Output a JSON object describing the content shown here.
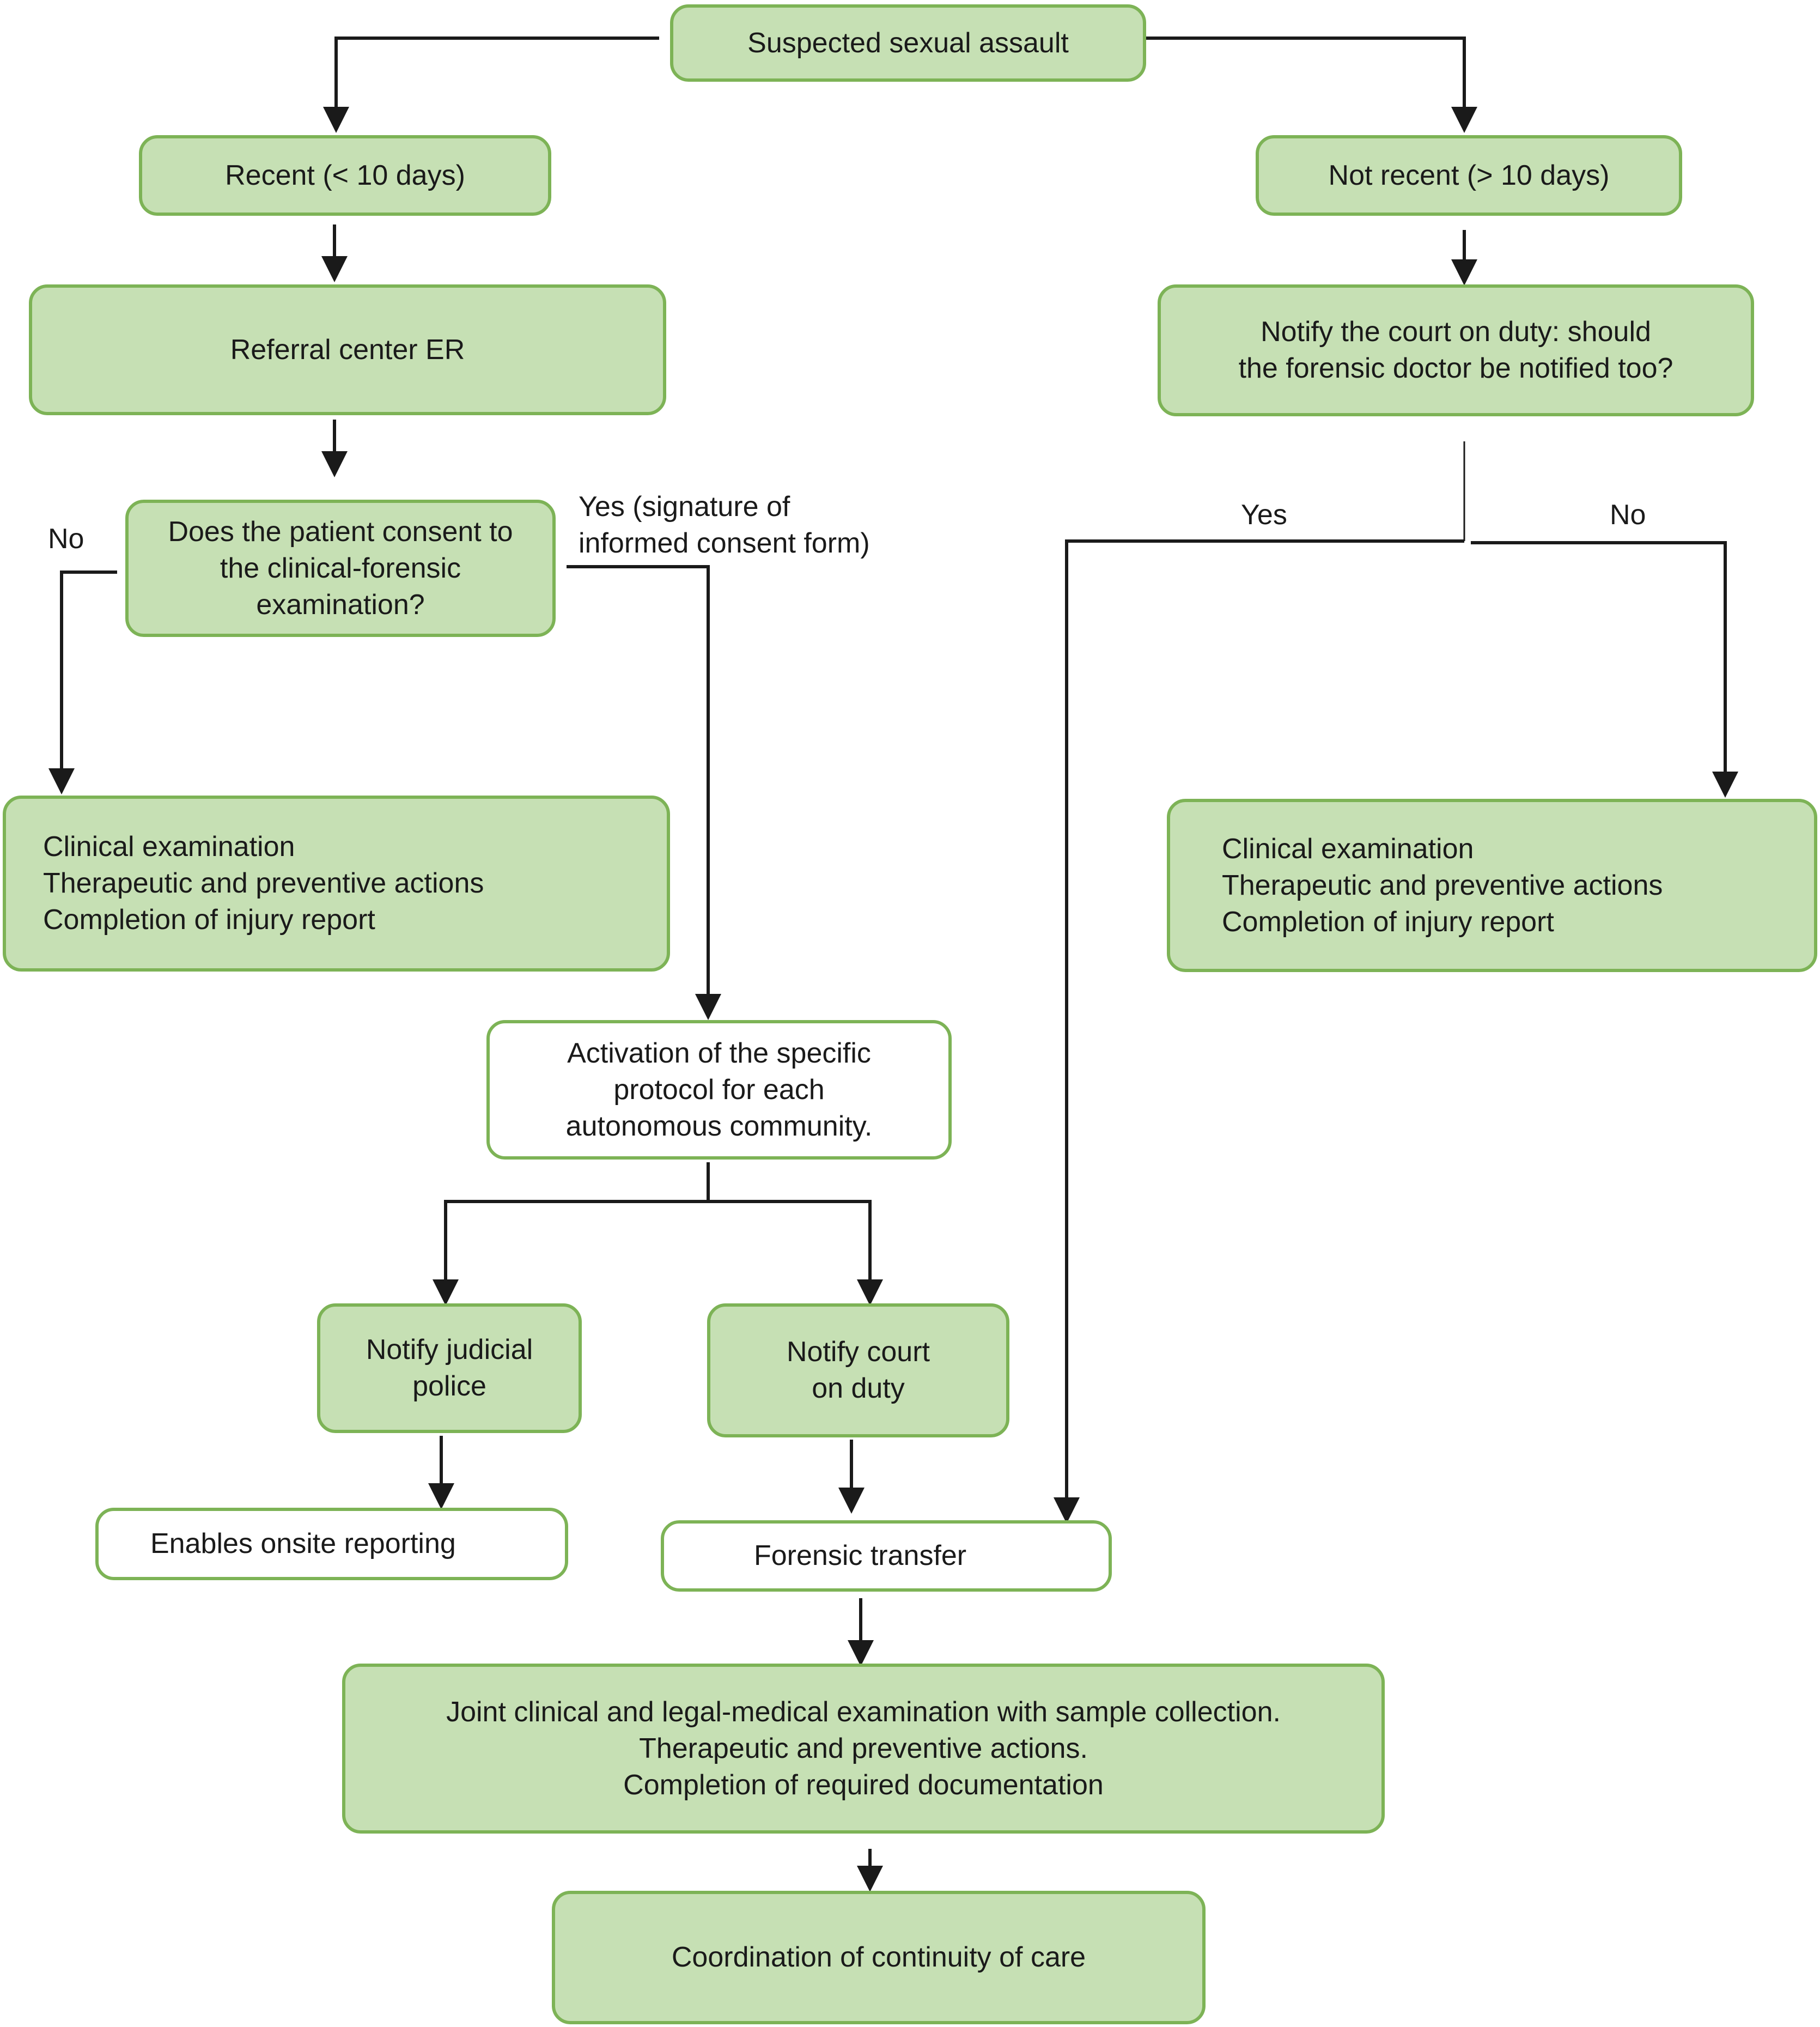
{
  "nodes": {
    "start": "Suspected sexual assault",
    "recent": "Recent (< 10 days)",
    "not_recent": "Not recent (> 10 days)",
    "referral": "Referral center ER",
    "notify_court_question": [
      "Notify the court on duty: should",
      "the forensic doctor be notified too?"
    ],
    "consent_question": [
      "Does the patient consent to",
      "the clinical-forensic",
      "examination?"
    ],
    "clinical_exam_left": [
      "Clinical examination",
      "Therapeutic and preventive actions",
      "Completion of injury report"
    ],
    "clinical_exam_right": [
      "Clinical examination",
      "Therapeutic and preventive actions",
      "Completion of injury report"
    ],
    "activation": [
      "Activation of the specific",
      "protocol for each",
      "autonomous community."
    ],
    "notify_police": [
      "Notify judicial",
      "police"
    ],
    "notify_court": [
      "Notify court",
      "on duty"
    ],
    "onsite_reporting": "Enables onsite reporting",
    "forensic_transfer": "Forensic transfer",
    "joint_exam": [
      "Joint clinical and legal-medical examination with sample collection.",
      "Therapeutic and preventive actions.",
      "Completion of required documentation"
    ],
    "coordination": "Coordination of continuity of care"
  },
  "edge_labels": {
    "consent_no": "No",
    "consent_yes": [
      "Yes (signature of",
      "informed consent form)"
    ],
    "court_yes": "Yes",
    "court_no": "No"
  },
  "colors": {
    "box_fill": "#c6e0b4",
    "box_border": "#7db356",
    "line": "#1a1a1a"
  }
}
